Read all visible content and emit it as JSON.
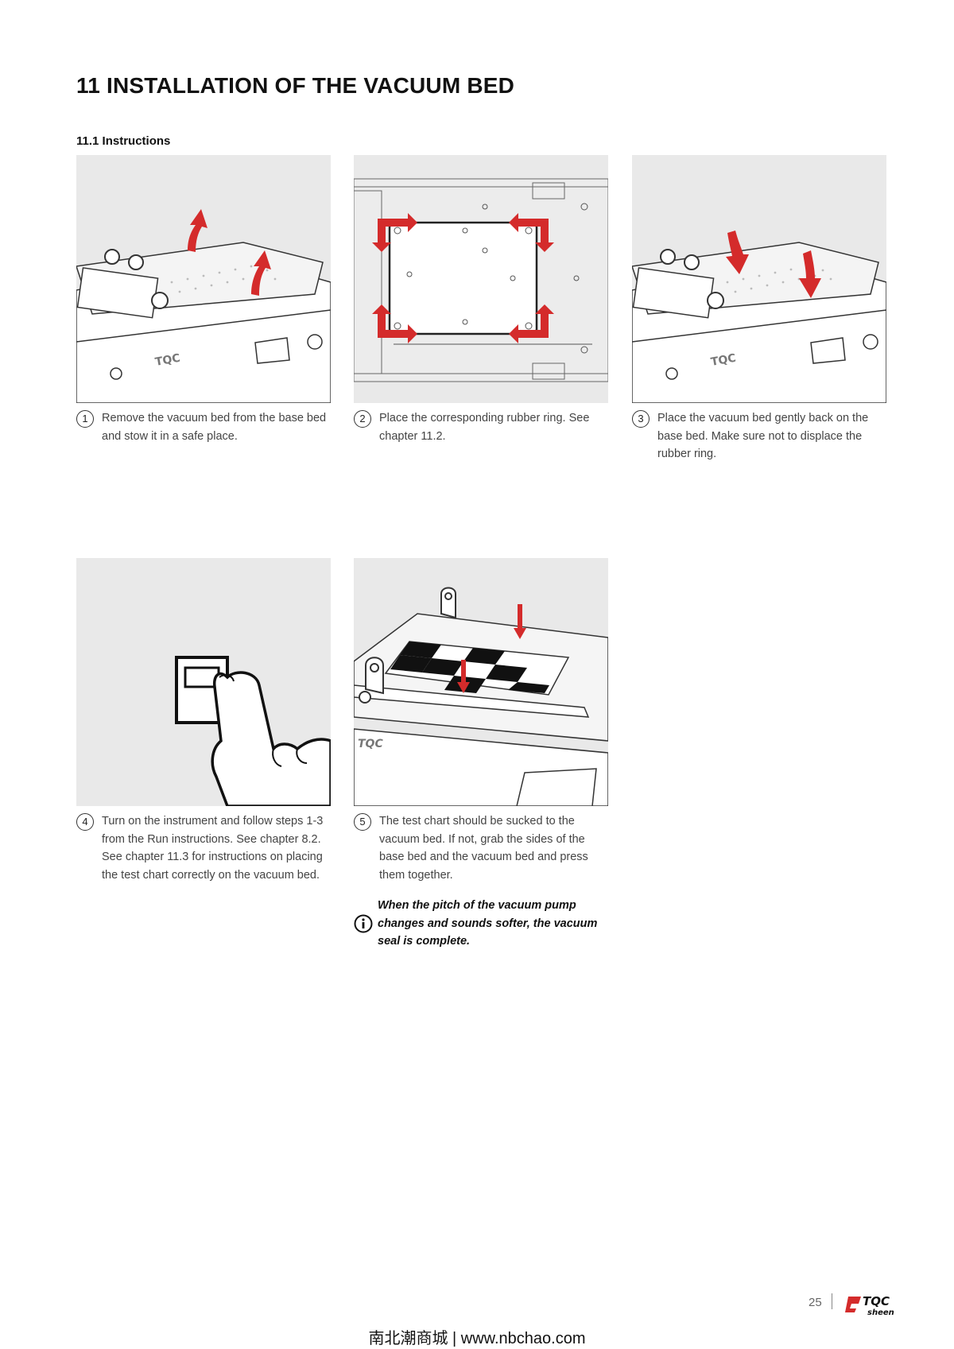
{
  "heading": "11 INSTALLATION OF THE VACUUM BED",
  "subheading": "11.1 Instructions",
  "steps": [
    {
      "num": "1",
      "text": "Remove the vacuum bed from the base bed and stow it in a safe place."
    },
    {
      "num": "2",
      "text": "Place the corresponding rubber ring. See chapter 11.2."
    },
    {
      "num": "3",
      "text": "Place the vacuum bed gently back on the base bed. Make sure not to displace the rubber ring."
    },
    {
      "num": "4",
      "text": "Turn on the instrument and follow steps 1-3 from the Run instructions. See chapter 8.2. See chapter 11.3 for instructions on placing the test chart correctly on the vacuum bed."
    },
    {
      "num": "5",
      "text": "The test chart should be sucked to the vacuum bed. If not, grab the sides of the base bed and the vacuum bed and press them together."
    }
  ],
  "note": "When the pitch of the vacuum pump changes and sounds softer, the vacuum seal is complete.",
  "footer": {
    "page": "25",
    "logo_top": "TQC",
    "logo_bottom": "sheen"
  },
  "watermark": "南北潮商城 | www.nbchao.com",
  "colors": {
    "arrow": "#d42b2b",
    "panel": "#e9e9e9"
  },
  "icons": [
    "info-icon"
  ]
}
